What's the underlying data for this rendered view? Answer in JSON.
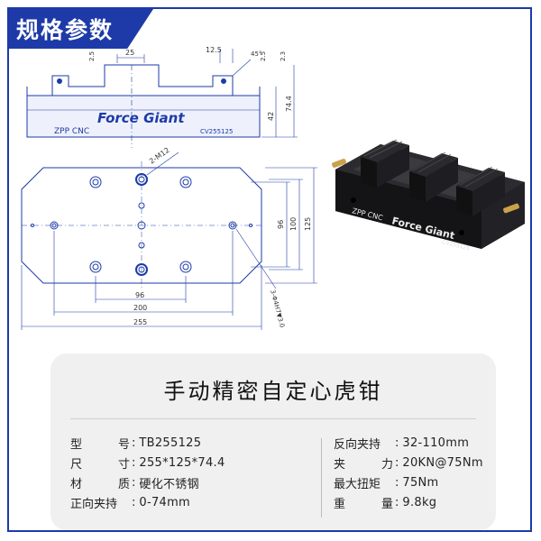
{
  "header": {
    "title": "规格参数"
  },
  "drawing": {
    "front_view": {
      "dim_top_width": "25",
      "dim_top_left_step": "2.5",
      "dim_top_right_width": "12.5",
      "dim_top_right_angle": "45°",
      "dim_top_right_step1": "2.5",
      "dim_top_right_step2": "2.3",
      "dim_body_height": "42",
      "dim_total_height": "74.4",
      "brand_text": "Force Giant",
      "maker_text": "ZPP CNC",
      "model_text": "CV255125"
    },
    "top_view": {
      "thread_callout": "2-M12",
      "hole_callout": "3-Φ4H7▼3.0",
      "dim_inner_width": "96",
      "dim_mid_width": "200",
      "dim_overall_width": "255",
      "dim_inner_height": "96",
      "dim_mid_height": "100",
      "dim_overall_height": "125"
    }
  },
  "photo": {
    "brand_text": "Force Giant",
    "maker_text": "ZPP CNC",
    "model_text": "CV255125"
  },
  "product": {
    "title": "手动精密自定心虎钳",
    "specs_left": [
      {
        "label": [
          "型",
          "号"
        ],
        "value": "TB255125"
      },
      {
        "label": [
          "尺",
          "寸"
        ],
        "value": "255*125*74.4"
      },
      {
        "label": [
          "材",
          "质"
        ],
        "value": "硬化不锈钢"
      },
      {
        "label": [
          "正向夹持"
        ],
        "value": "0-74mm"
      }
    ],
    "specs_right": [
      {
        "label": [
          "反向夹持"
        ],
        "value": "32-110mm"
      },
      {
        "label": [
          "夹",
          "力"
        ],
        "value": "20KN@75Nm"
      },
      {
        "label": [
          "最大扭矩"
        ],
        "value": "75Nm"
      },
      {
        "label": [
          "重",
          "量"
        ],
        "value": "9.8kg"
      }
    ]
  },
  "colors": {
    "brand_blue": "#1d3aa8",
    "card_bg": "#f0f0f0"
  }
}
